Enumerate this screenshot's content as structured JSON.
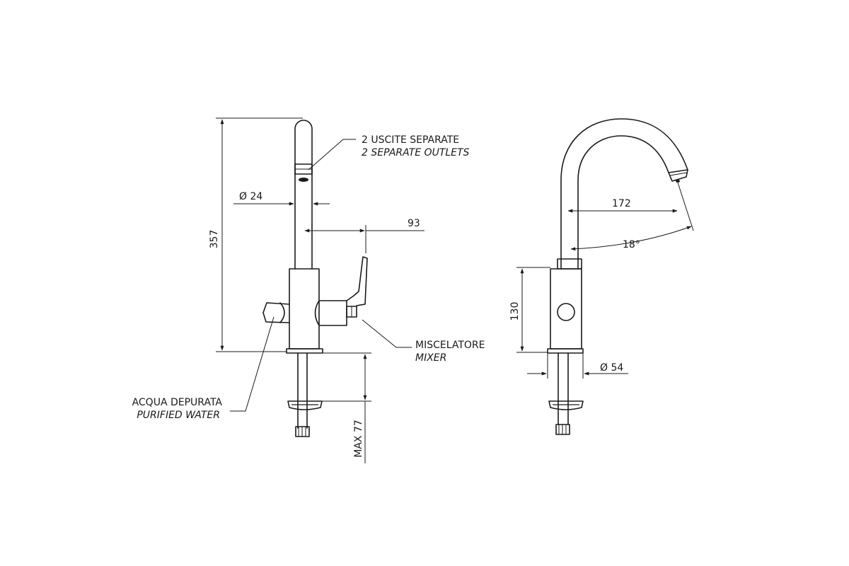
{
  "front_view": {
    "outlets_note": {
      "line1": "2 USCITE SEPARATE",
      "line2": "2 SEPARATE OUTLETS"
    },
    "diameter_spout": "Ø 24",
    "handle_offset": "93",
    "overall_height": "357",
    "mixer_note": {
      "line1": "MISCELATORE",
      "line2": "MIXER"
    },
    "purified_note": {
      "line1": "ACQUA DEPURATA",
      "line2": "PURIFIED WATER"
    },
    "max_thickness": "MAX 77"
  },
  "side_view": {
    "reach": "172",
    "angle": "18°",
    "body_height": "130",
    "diameter_base": "Ø 54"
  }
}
